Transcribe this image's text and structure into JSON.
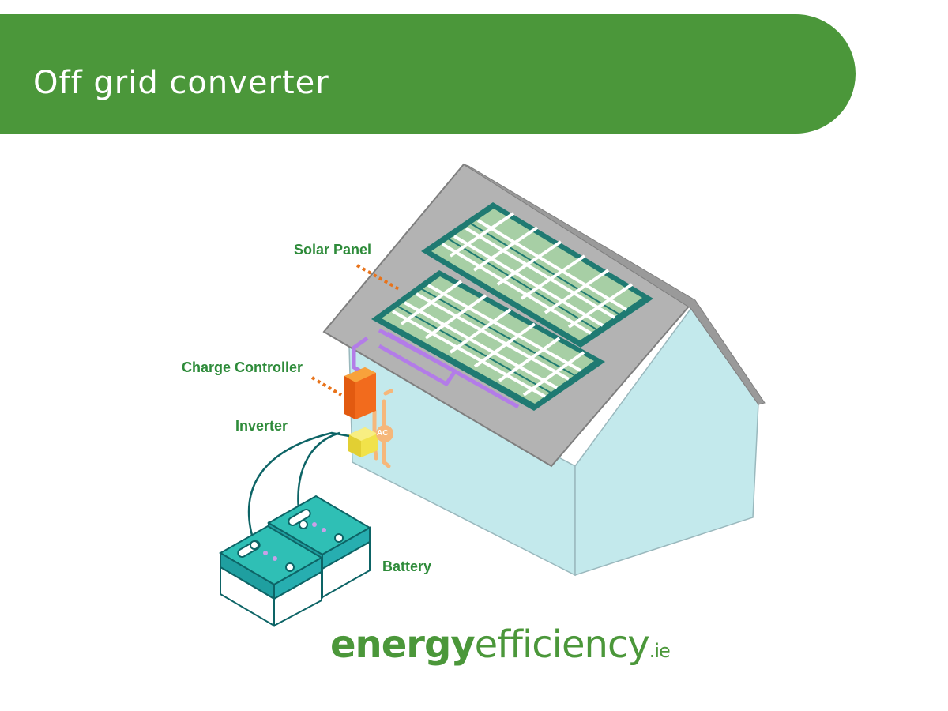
{
  "header": {
    "title": "Off grid converter"
  },
  "labels": {
    "solar_panel": "Solar Panel",
    "charge_controller": "Charge Controller",
    "inverter": "Inverter",
    "battery": "Battery",
    "ac": "AC"
  },
  "logo": {
    "part1": "energy",
    "part2": "efficiency",
    "suffix": ".ie"
  },
  "colors": {
    "banner": "#4b973a",
    "label_green": "#2e8b3a",
    "leader_orange": "#e8731a",
    "wall": "#c3e9ec",
    "roof": "#b3b3b3",
    "panel_frame": "#1f7a72",
    "cell": "#a7cfa5",
    "dc_cable": "#b37ce8",
    "ac_cable": "#f6b77a",
    "controller": "#f26b1d",
    "inverter": "#f1e24a",
    "battery_top": "#2fbfb5"
  }
}
